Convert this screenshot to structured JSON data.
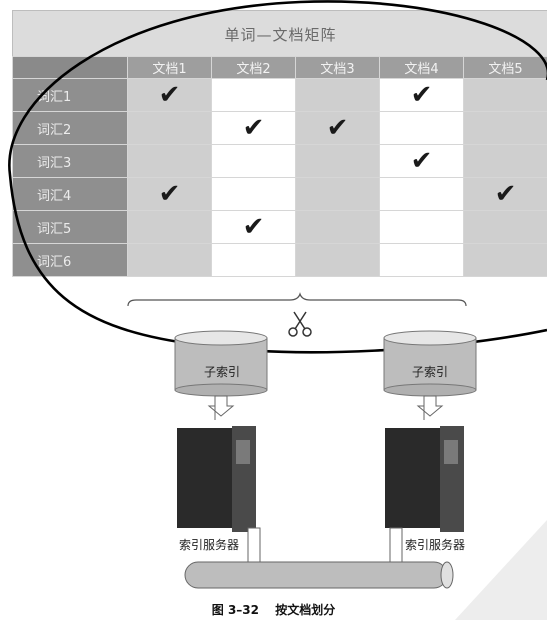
{
  "matrix": {
    "title": "单词—文档矩阵",
    "columns": [
      "文档1",
      "文档2",
      "文档3",
      "文档4",
      "文档5"
    ],
    "rows": [
      {
        "label": "词汇1",
        "checks": [
          true,
          false,
          false,
          true,
          false
        ]
      },
      {
        "label": "词汇2",
        "checks": [
          false,
          true,
          true,
          false,
          false
        ]
      },
      {
        "label": "词汇3",
        "checks": [
          false,
          false,
          false,
          true,
          false
        ]
      },
      {
        "label": "词汇4",
        "checks": [
          true,
          false,
          false,
          false,
          true
        ]
      },
      {
        "label": "词汇5",
        "checks": [
          false,
          true,
          false,
          false,
          false
        ]
      },
      {
        "label": "词汇6",
        "checks": [
          false,
          false,
          false,
          false,
          false
        ]
      }
    ]
  },
  "nodes": [
    {
      "index_label": "子索引",
      "server_label": "索引服务器"
    },
    {
      "index_label": "子索引",
      "server_label": "索引服务器"
    }
  ],
  "caption": {
    "number": "图 3–32",
    "text": "按文档划分"
  },
  "colors": {
    "header_bg": "#dcdcdc",
    "row_label_bg": "#8f8f8f",
    "cell_gray": "#cfcfcf",
    "cell_white": "#ffffff",
    "server_dark": "#2a2a2a"
  }
}
